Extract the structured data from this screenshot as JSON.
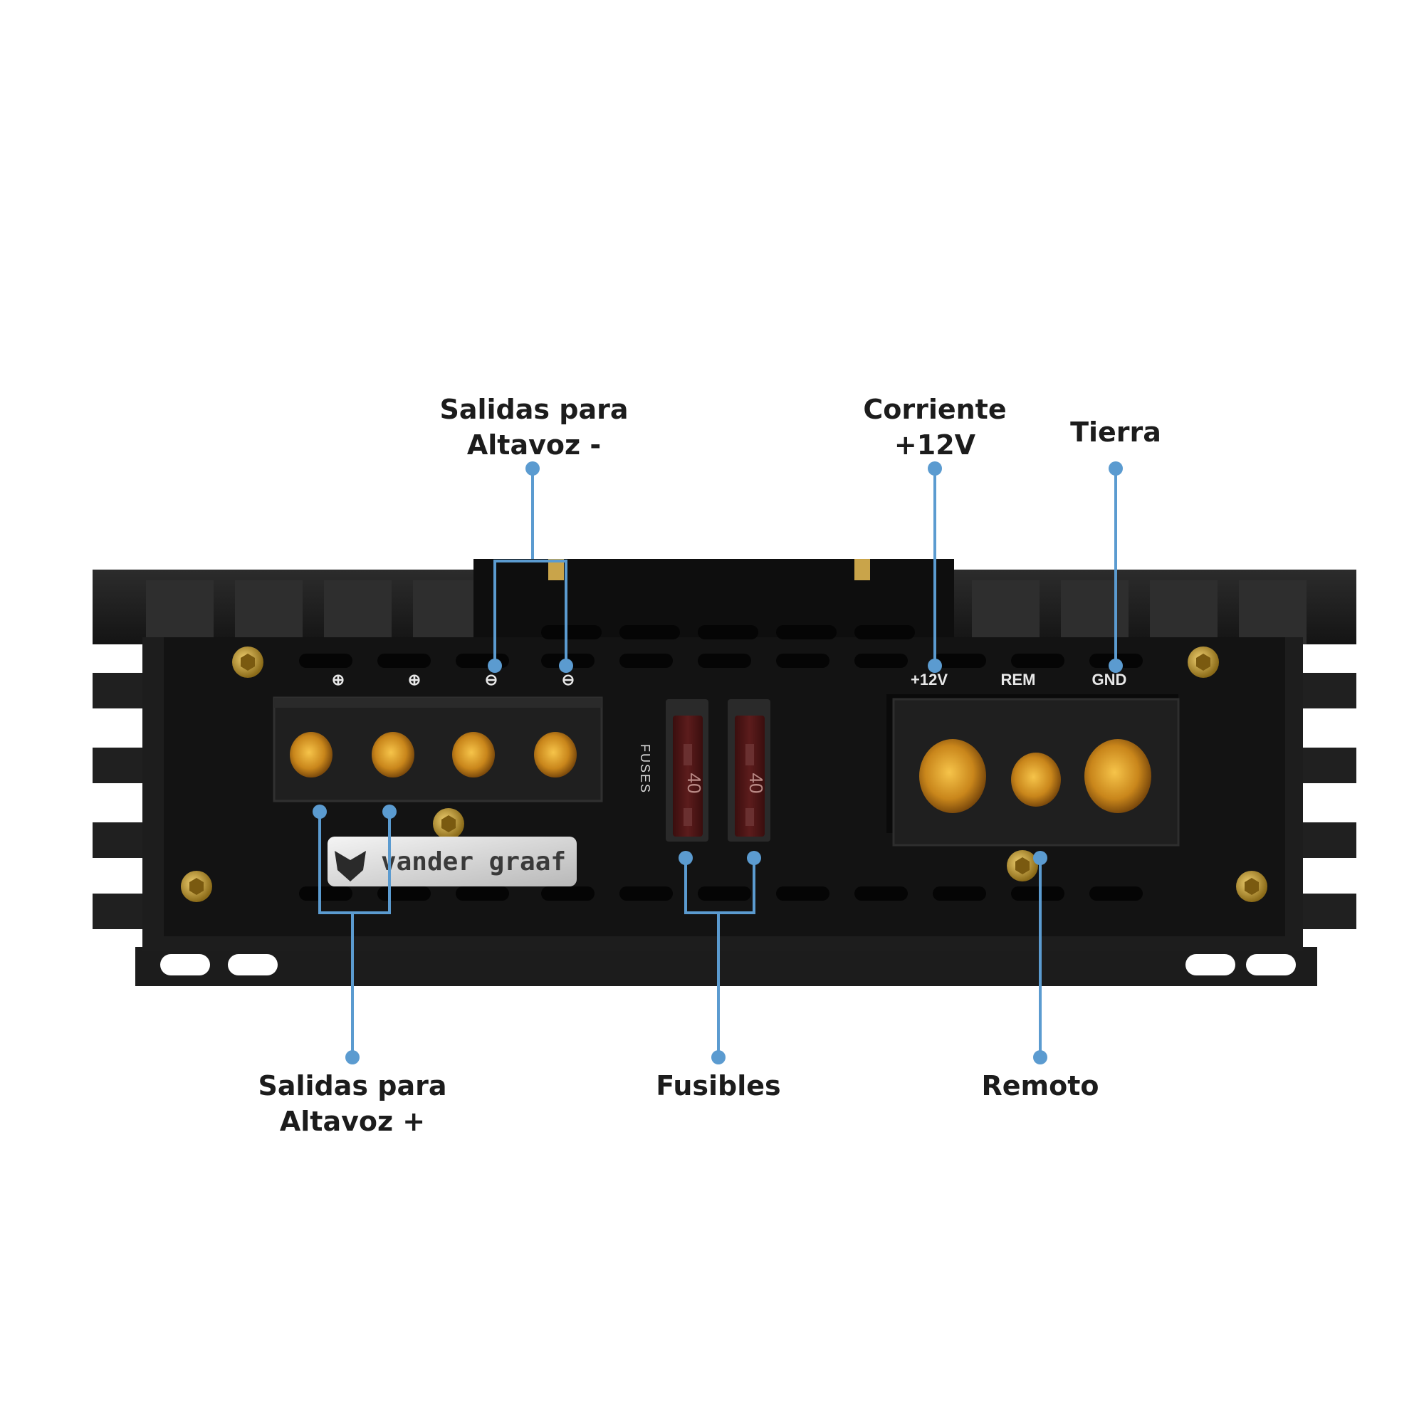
{
  "callouts": {
    "speaker_neg": {
      "line1": "Salidas para",
      "line2": "Altavoz -"
    },
    "power": {
      "line1": "Corriente",
      "line2": "+12V"
    },
    "ground": {
      "line1": "Tierra"
    },
    "speaker_pos": {
      "line1": "Salidas para",
      "line2": "Altavoz +"
    },
    "fuses": {
      "line1": "Fusibles"
    },
    "remote": {
      "line1": "Remoto"
    }
  },
  "panel": {
    "polarity_symbols": [
      "⊕",
      "⊕",
      "⊖",
      "⊖"
    ],
    "power_terminals": [
      "+12V",
      "REM",
      "GND"
    ],
    "fuses_label": "FUSES",
    "fuse_ratings": [
      "40",
      "40"
    ],
    "brand": "vander graaf"
  },
  "colors": {
    "callout_line": "#5b9bd0",
    "chassis": "#1a1a1a",
    "panel": "#121212",
    "gold": "#c98a1e",
    "fuse": "#4a1414"
  },
  "icons": {
    "brand_logo": "wolf-head-logo",
    "screw": "hex-screw-icon"
  }
}
